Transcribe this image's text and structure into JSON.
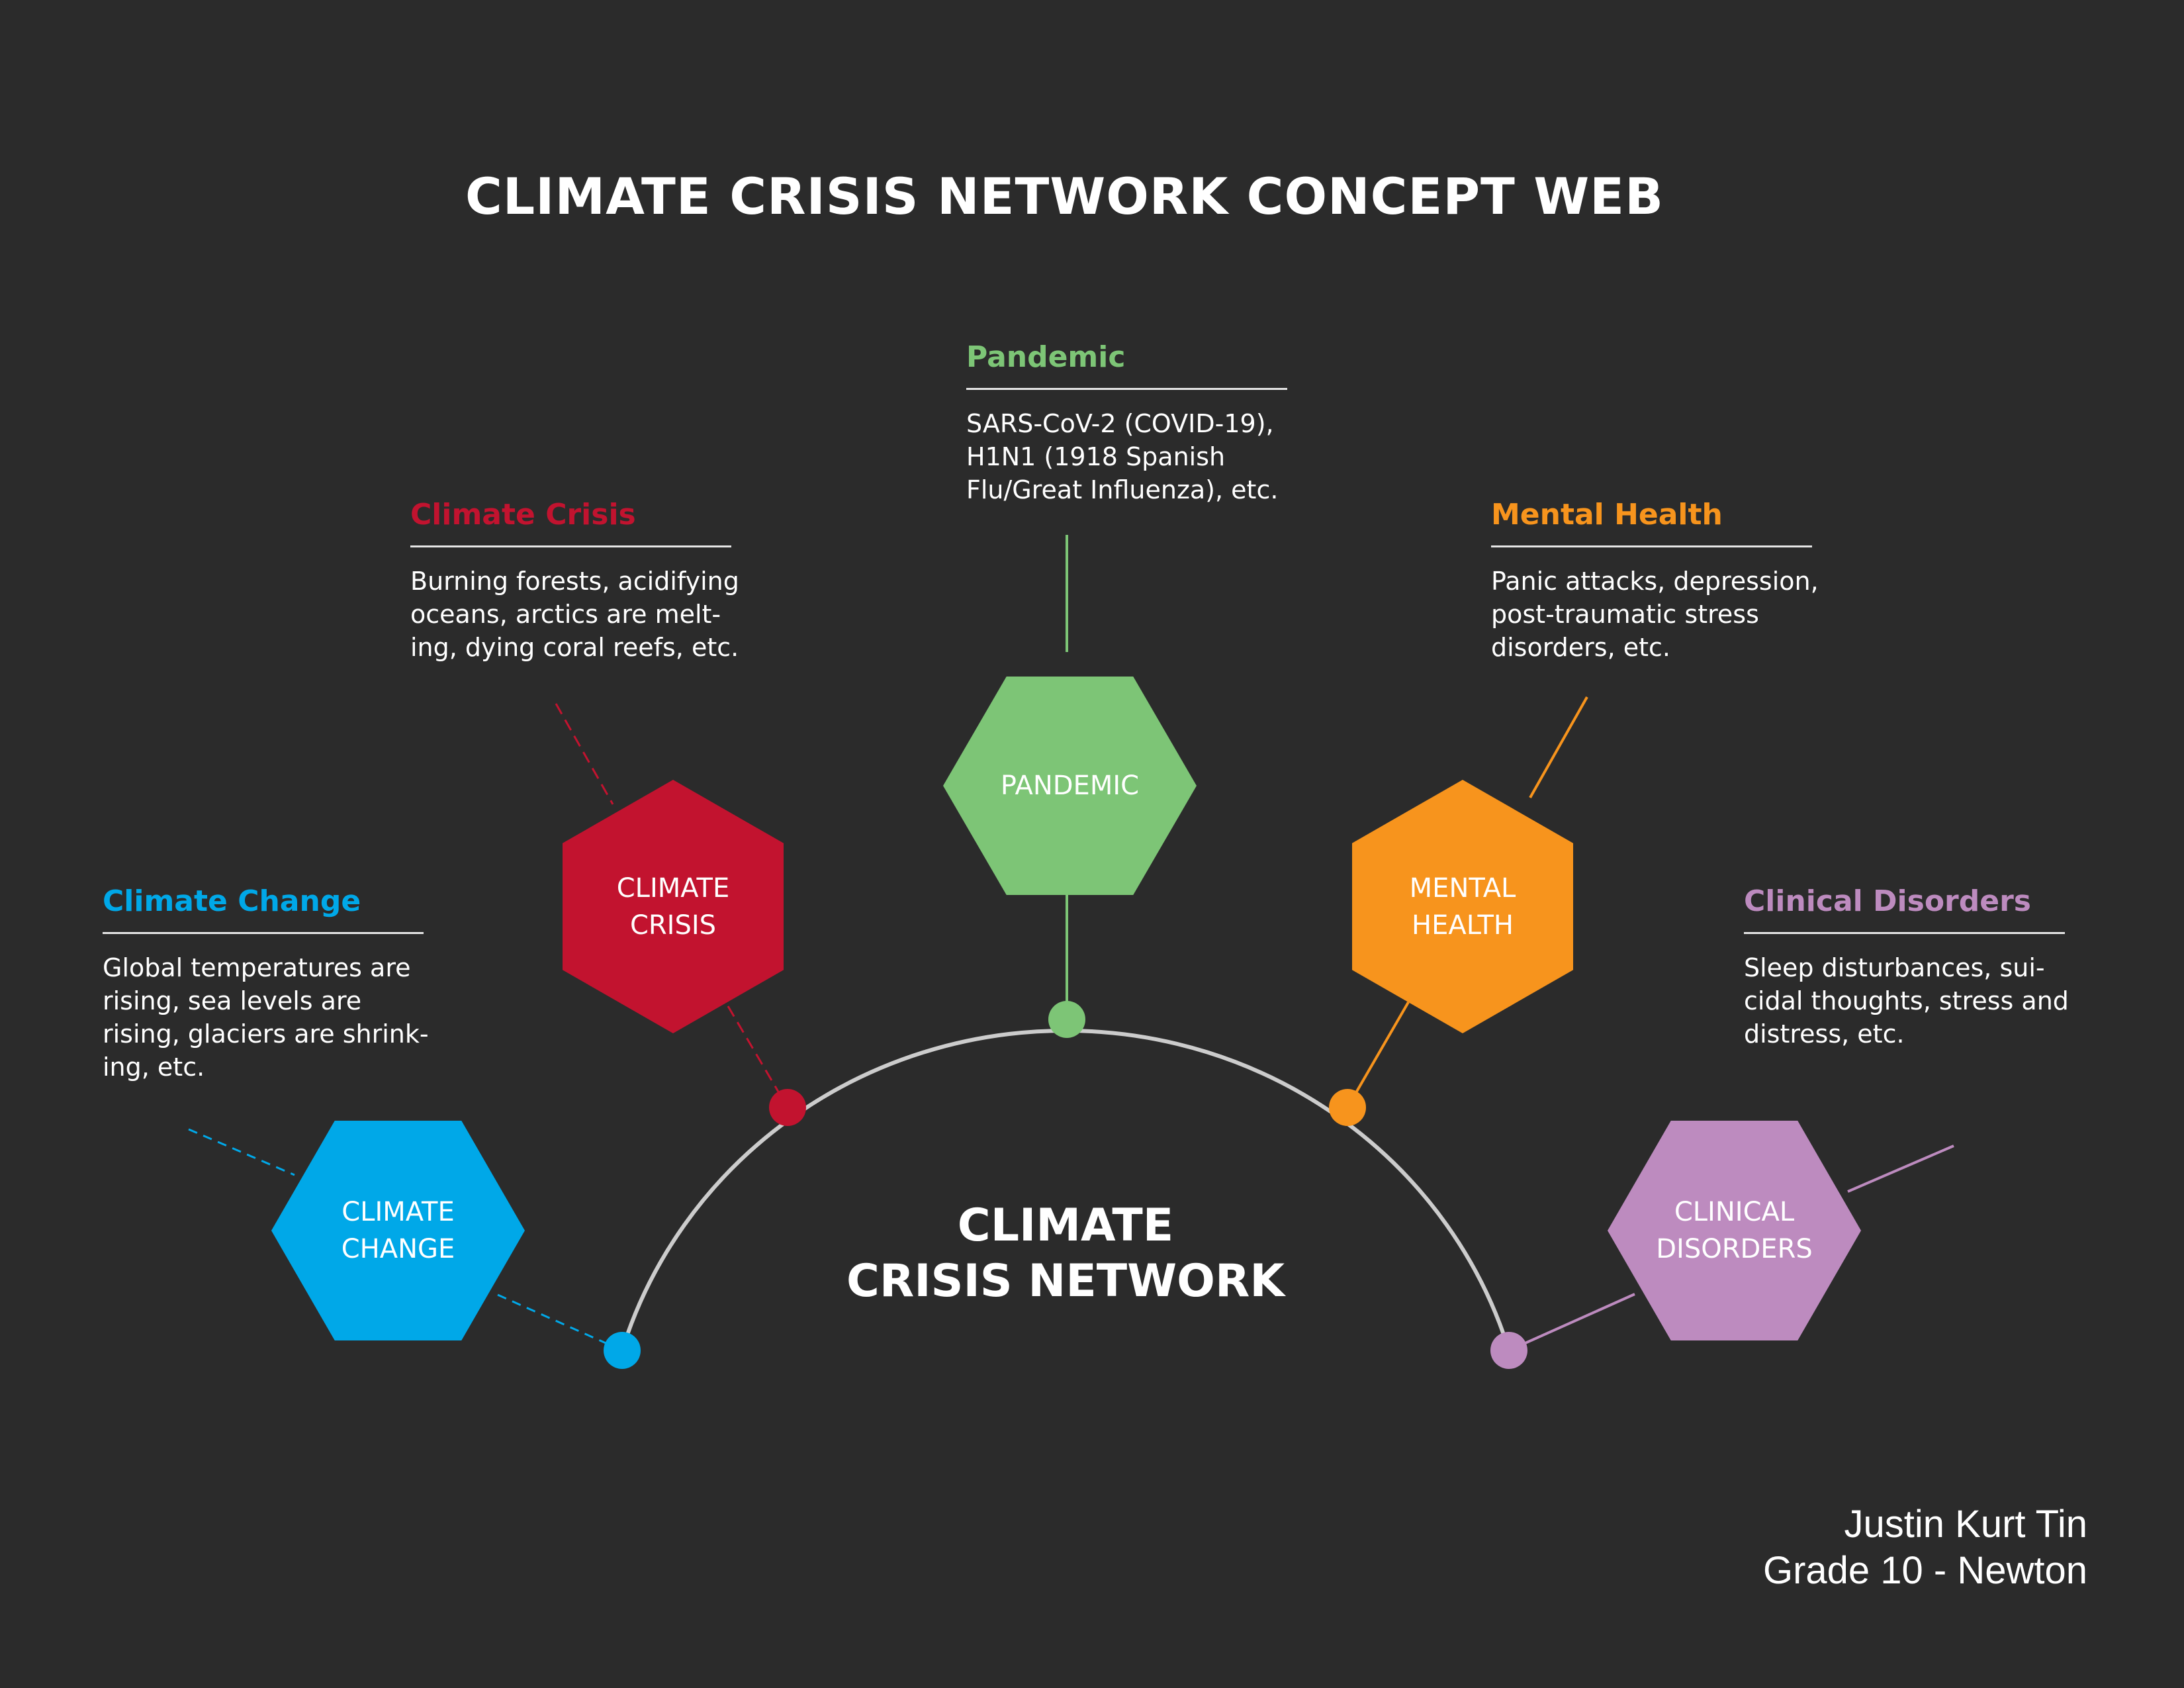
{
  "title": "CLIMATE CRISIS NETWORK CONCEPT WEB",
  "center": {
    "line1": "CLIMATE",
    "line2": "CRISIS NETWORK"
  },
  "arc_color": "#cccccc",
  "nodes": [
    {
      "id": "climate-change",
      "color": "#00a8e8",
      "hex_line1": "CLIMATE",
      "hex_line2": "CHANGE",
      "heading": "Climate Change",
      "description": "Global temperatures are\nrising, sea levels are\nrising, glaciers are shrink-\ning, etc."
    },
    {
      "id": "climate-crisis",
      "color": "#c2132f",
      "hex_line1": "CLIMATE",
      "hex_line2": "CRISIS",
      "heading": "Climate Crisis",
      "description": "Burning forests, acidifying\noceans, arctics are melt-\ning, dying coral reefs, etc."
    },
    {
      "id": "pandemic",
      "color": "#7dc576",
      "hex_line1": "PANDEMIC",
      "hex_line2": "",
      "heading": "Pandemic",
      "description": "SARS-CoV-2 (COVID-19),\nH1N1 (1918 Spanish\nFlu/Great Influenza), etc."
    },
    {
      "id": "mental-health",
      "color": "#f7941d",
      "hex_line1": "MENTAL",
      "hex_line2": "HEALTH",
      "heading": "Mental Health",
      "description": "Panic attacks, depression,\npost-traumatic stress\ndisorders, etc."
    },
    {
      "id": "clinical-disorders",
      "color": "#bd8bbf",
      "hex_line1": "CLINICAL",
      "hex_line2": "DISORDERS",
      "heading": "Clinical Disorders",
      "description": "Sleep disturbances, sui-\ncidal thoughts, stress and\ndistress, etc."
    }
  ],
  "author": {
    "name": "Justin Kurt Tin",
    "class": "Grade 10 - Newton"
  }
}
